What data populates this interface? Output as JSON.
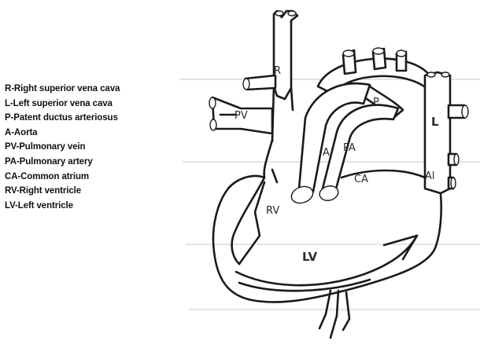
{
  "legend": {
    "items": [
      "R-Right superior vena cava",
      "L-Left superior vena cava",
      "P-Patent ductus arteriosus",
      "A-Aorta",
      "PV-Pulmonary vein",
      "PA-Pulmonary artery",
      "CA-Common atrium",
      "RV-Right ventricle",
      "LV-Left ventricle"
    ]
  },
  "diagram_labels": {
    "r": "R",
    "l": "L",
    "p": "P",
    "a": "A",
    "pv": "PV",
    "pa": "PA",
    "ca": "CA",
    "rv": "RV",
    "lv": "LV",
    "al": "Al"
  }
}
